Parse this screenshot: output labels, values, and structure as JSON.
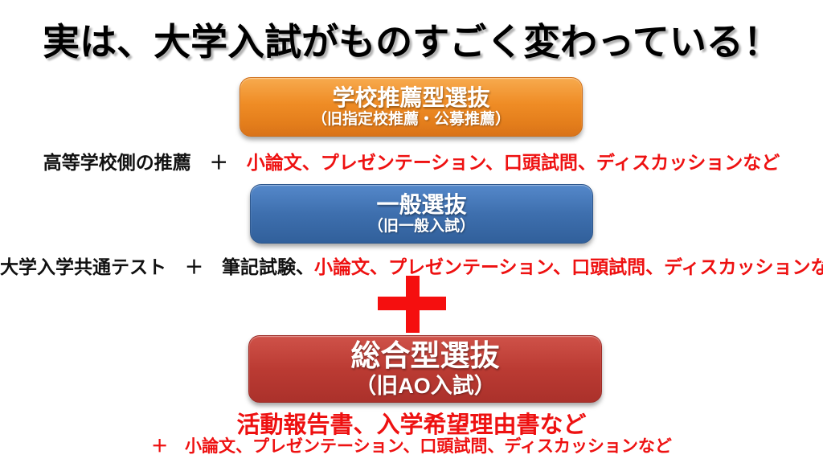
{
  "slide": {
    "title": "実は、大学入試がものすごく変わっている！"
  },
  "recommendation": {
    "box_title": "学校推薦型選抜",
    "box_subtitle": "（旧指定校推薦・公募推薦）",
    "formula_black": "高等学校側の推薦　＋　",
    "formula_red": "小論文、プレゼンテーション、口頭試問、ディスカッションなど"
  },
  "general": {
    "box_title": "一般選抜",
    "box_subtitle": "（旧一般入試）",
    "formula_black": "大学入学共通テスト　＋　筆記試験、",
    "formula_red": "小論文、プレゼンテーション、口頭試問、ディスカッションなど"
  },
  "plus": {
    "symbol": "＋"
  },
  "comprehensive": {
    "box_title": "総合型選抜",
    "box_subtitle": "（旧AO入試）",
    "documents_line": "活動報告書、入学希望理由書など",
    "extra_line": "＋　小論文、プレゼンテーション、口頭試問、ディスカッションなど"
  },
  "colors": {
    "orange_box": "#ef8c25",
    "blue_box": "#3e6fae",
    "red_box": "#bb3b33",
    "plus_red": "#f50f0f",
    "accent_red_text": "#ee1111",
    "title_black": "#000000",
    "background": "#ffffff"
  }
}
